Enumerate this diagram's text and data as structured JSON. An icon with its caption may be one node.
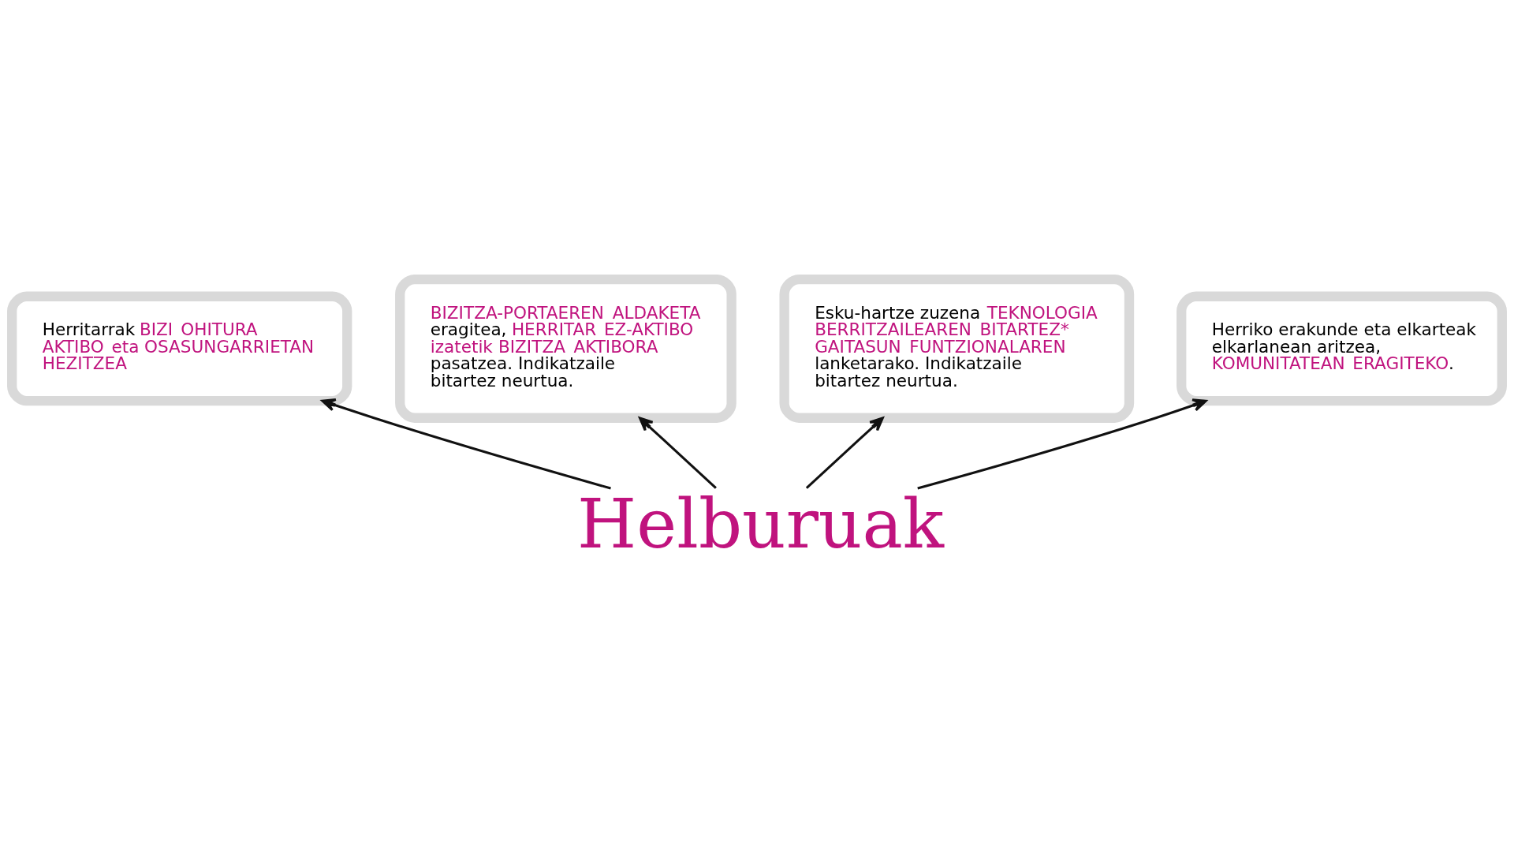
{
  "diagram": {
    "nodes": [
      {
        "text": [
          "Herritarrak **BIZI OHITURA AKTIBO eta OSASUNGARRIETAN HEZITZEA**"
        ]
      },
      {
        "text": [
          "**BIZITZA-PORTAEREN ALDAKETA** eragitea, **HERRITAR EZ-AKTIBO izatetik BIZITZA AKTIBORA** pasatzea. Indikatzaile bitartez neurtua."
        ]
      },
      {
        "text": [
          "Esku-hartze zuzena **TEKNOLOGIA BERRITZAILEAREN BITARTEZ* GAITASUN FUNTZIONALAREN** lanketarako. Indikatzaile bitartez neurtua."
        ]
      },
      {
        "text": [
          "Herriko erakunde eta elkarteak elkarlanean aritzea, **KOMUNITATEAN ERAGITEKO**."
        ]
      },
      {
        "text": [
          "Helburuak"
        ]
      }
    ],
    "edges": [
      {
        "from": 4,
        "to": 0,
        "arrow": "to"
      },
      {
        "from": 4,
        "to": 1,
        "arrow": "to"
      },
      {
        "from": 4,
        "to": 2,
        "arrow": "to"
      },
      {
        "from": 4,
        "to": 3,
        "arrow": "to"
      }
    ]
  }
}
